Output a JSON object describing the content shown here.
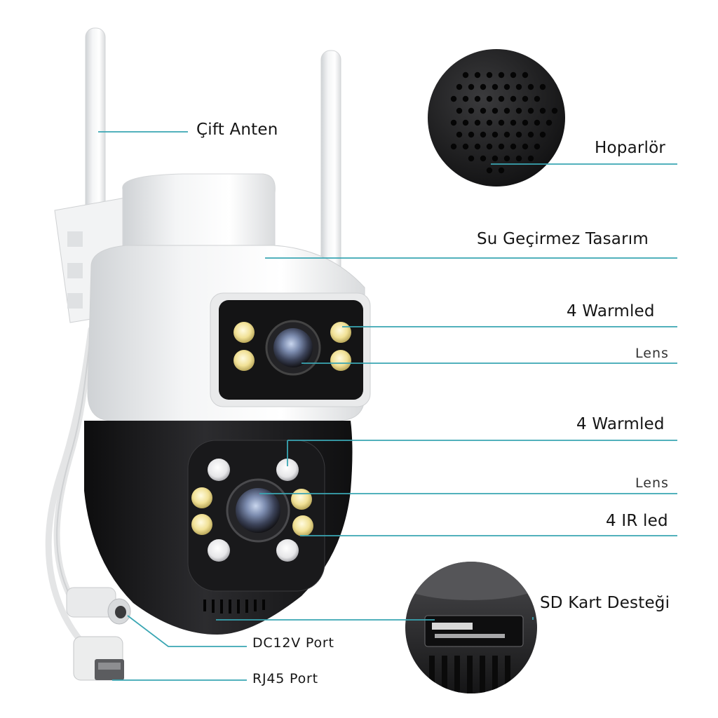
{
  "colors": {
    "leader_line": "#3aa6b3",
    "camera_white": "#eef0f2",
    "camera_black": "#1e1e20",
    "led_warm": "#f3e6a2",
    "led_ir": "#e9e9ea"
  },
  "labels": {
    "antenna": "Çift Anten",
    "speaker": "Hoparlör",
    "waterproof": "Su Geçirmez Tasarım",
    "warmled_top": "4 Warmled",
    "lens_top": "Lens",
    "warmled_bottom": "4 Warmled",
    "lens_bottom": "Lens",
    "ir_led": "4 IR led",
    "sd_card": "SD Kart Desteği",
    "dc_port": "DC12V Port",
    "rj45_port": "RJ45 Port"
  }
}
